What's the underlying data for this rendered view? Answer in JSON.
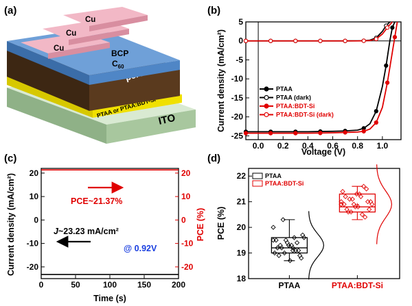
{
  "figure": {
    "panel_a": {
      "label": "(a)",
      "layers": {
        "cu": [
          "Cu",
          "Cu",
          "Cu"
        ],
        "bcp": "BCP",
        "c60": "C",
        "c60_sub": "60",
        "perovskite": "perovskite",
        "htl": "PTAA or PTAA:BDT-Si",
        "ito": "ITO"
      }
    }
  },
  "chart_data": [
    {
      "panel": "(b)",
      "type": "line",
      "xlabel": "Voltage (V)",
      "ylabel": "Current density (mA/cm²)",
      "xlim": [
        -0.1,
        1.15
      ],
      "ylim": [
        -26,
        5
      ],
      "x_ticks": [
        "0.0",
        "0.2",
        "0.4",
        "0.6",
        "0.8",
        "1.0"
      ],
      "y_ticks": [
        "5",
        "0",
        "-5",
        "-10",
        "-15",
        "-20",
        "-25"
      ],
      "legend": [
        "PTAA",
        "PTAA (dark)",
        "PTAA:BDT-Si",
        "PTAA:BDT-Si (dark)"
      ],
      "series": [
        {
          "name": "PTAA",
          "color": "#000000",
          "filled": true,
          "x": [
            -0.1,
            0.0,
            0.1,
            0.2,
            0.3,
            0.4,
            0.5,
            0.6,
            0.7,
            0.8,
            0.85,
            0.9,
            0.95,
            1.0,
            1.03,
            1.06,
            1.08,
            1.1
          ],
          "y": [
            -23.9,
            -23.9,
            -23.9,
            -23.9,
            -23.9,
            -23.9,
            -23.85,
            -23.8,
            -23.7,
            -23.5,
            -23.0,
            -21.8,
            -18.5,
            -12.0,
            -6.5,
            0.0,
            3.5,
            5.0
          ]
        },
        {
          "name": "PTAA (dark)",
          "color": "#000000",
          "filled": false,
          "x": [
            -0.1,
            0.0,
            0.1,
            0.2,
            0.3,
            0.4,
            0.5,
            0.6,
            0.7,
            0.8,
            0.85,
            0.9,
            0.95,
            1.0,
            1.03,
            1.06
          ],
          "y": [
            0.0,
            0.0,
            0.0,
            0.0,
            0.0,
            0.0,
            0.0,
            0.0,
            0.0,
            0.02,
            0.05,
            0.2,
            0.8,
            2.5,
            4.0,
            5.0
          ]
        },
        {
          "name": "PTAA:BDT-Si",
          "color": "#e00000",
          "filled": true,
          "x": [
            -0.1,
            0.0,
            0.1,
            0.2,
            0.3,
            0.4,
            0.5,
            0.6,
            0.7,
            0.8,
            0.85,
            0.9,
            0.95,
            1.0,
            1.04,
            1.07,
            1.1,
            1.12
          ],
          "y": [
            -24.3,
            -24.3,
            -24.3,
            -24.3,
            -24.3,
            -24.3,
            -24.25,
            -24.2,
            -24.1,
            -24.0,
            -23.8,
            -23.2,
            -21.5,
            -17.5,
            -11.0,
            -5.0,
            1.0,
            5.0
          ]
        },
        {
          "name": "PTAA:BDT-Si (dark)",
          "color": "#e00000",
          "filled": false,
          "x": [
            -0.1,
            0.0,
            0.1,
            0.2,
            0.3,
            0.4,
            0.5,
            0.6,
            0.7,
            0.8,
            0.85,
            0.9,
            0.95,
            1.0,
            1.04,
            1.08
          ],
          "y": [
            0.0,
            0.0,
            0.0,
            0.0,
            0.0,
            0.0,
            0.0,
            0.0,
            0.0,
            0.0,
            0.03,
            0.1,
            0.5,
            1.8,
            3.5,
            5.0
          ]
        }
      ]
    },
    {
      "panel": "(c)",
      "type": "line",
      "xlabel": "Time (s)",
      "ylabel_left": "Current density (mA/cm²)",
      "ylabel_right": "PCE (%)",
      "xlim": [
        0,
        200
      ],
      "ylim_left": [
        -25,
        22
      ],
      "ylim_right": [
        -25,
        22
      ],
      "x_ticks": [
        "0",
        "50",
        "100",
        "150",
        "200"
      ],
      "y_ticks_left": [
        "20",
        "10",
        "0",
        "-10",
        "-20"
      ],
      "y_ticks_right": [
        "20",
        "10",
        "0",
        "-10",
        "-20"
      ],
      "annotations": {
        "pce": "PCE~21.37%",
        "j_prefix": "J",
        "j_rest": "~23.23 mA/cm²",
        "bias": "@ 0.92V"
      },
      "series": [
        {
          "name": "",
          "color": "#e00000",
          "x": [
            0,
            200
          ],
          "y": [
            21.37,
            21.37
          ]
        },
        {
          "name": "",
          "color": "#000000",
          "x": [
            0,
            200
          ],
          "y": [
            -23.23,
            -23.23
          ]
        }
      ]
    },
    {
      "panel": "(d)",
      "type": "box",
      "ylabel": "PCE (%)",
      "categories": [
        "PTAA",
        "PTAA:BDT-Si"
      ],
      "ylim": [
        18,
        22.3
      ],
      "y_ticks": [
        "22",
        "21",
        "20",
        "19",
        "18"
      ],
      "legend": [
        "PTAA",
        "PTAA:BDT-Si"
      ],
      "series": [
        {
          "name": "PTAA",
          "color": "#000000",
          "q1": 19.0,
          "median": 19.2,
          "q3": 19.6,
          "whisker_low": 18.7,
          "whisker_high": 20.3,
          "mean": 19.3,
          "points": [
            19.5,
            19.1,
            19.3,
            18.9,
            19.4,
            19.0,
            19.6,
            19.2,
            18.8,
            19.3,
            19.5,
            19.1,
            20.3,
            19.7,
            18.7,
            19.2,
            19.4,
            19.0,
            19.6,
            19.3,
            18.9,
            19.1,
            19.5,
            20.0,
            19.2
          ]
        },
        {
          "name": "PTAA:BDT-Si",
          "color": "#e00000",
          "q1": 20.6,
          "median": 20.8,
          "q3": 21.3,
          "whisker_low": 20.3,
          "whisker_high": 21.6,
          "mean": 20.9,
          "points": [
            20.9,
            21.2,
            20.6,
            21.0,
            20.8,
            21.4,
            20.5,
            21.1,
            20.7,
            21.3,
            20.9,
            21.6,
            20.6,
            21.0,
            20.8,
            21.2,
            20.4,
            21.1,
            20.9,
            21.3,
            20.7,
            21.5,
            20.9,
            21.0
          ]
        }
      ]
    }
  ]
}
